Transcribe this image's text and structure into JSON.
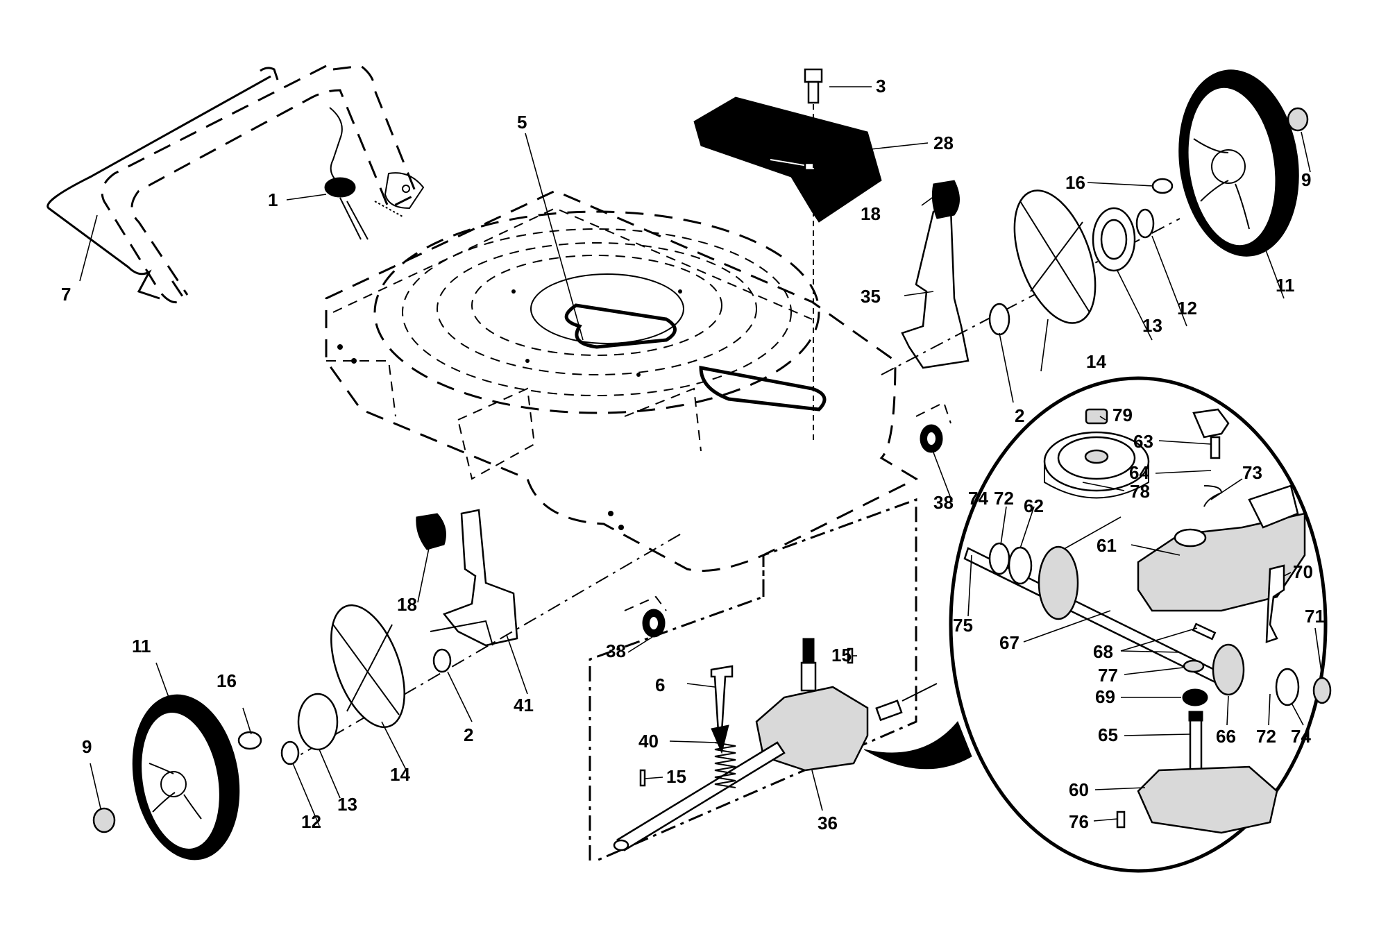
{
  "callouts": [
    {
      "id": "c1",
      "text": "1"
    },
    {
      "id": "c2a",
      "text": "2"
    },
    {
      "id": "c2b",
      "text": "2"
    },
    {
      "id": "c3",
      "text": "3"
    },
    {
      "id": "c5",
      "text": "5"
    },
    {
      "id": "c6",
      "text": "6"
    },
    {
      "id": "c7",
      "text": "7"
    },
    {
      "id": "c9a",
      "text": "9"
    },
    {
      "id": "c9b",
      "text": "9"
    },
    {
      "id": "c11a",
      "text": "11"
    },
    {
      "id": "c11b",
      "text": "11"
    },
    {
      "id": "c12a",
      "text": "12"
    },
    {
      "id": "c12b",
      "text": "12"
    },
    {
      "id": "c13a",
      "text": "13"
    },
    {
      "id": "c13b",
      "text": "13"
    },
    {
      "id": "c14a",
      "text": "14"
    },
    {
      "id": "c14b",
      "text": "14"
    },
    {
      "id": "c15a",
      "text": "15"
    },
    {
      "id": "c15b",
      "text": "15"
    },
    {
      "id": "c16a",
      "text": "16"
    },
    {
      "id": "c16b",
      "text": "16"
    },
    {
      "id": "c18a",
      "text": "18"
    },
    {
      "id": "c18b",
      "text": "18"
    },
    {
      "id": "c28",
      "text": "28"
    },
    {
      "id": "c35",
      "text": "35"
    },
    {
      "id": "c36",
      "text": "36"
    },
    {
      "id": "c38a",
      "text": "38"
    },
    {
      "id": "c38b",
      "text": "38"
    },
    {
      "id": "c40",
      "text": "40"
    },
    {
      "id": "c41",
      "text": "41"
    },
    {
      "id": "c60",
      "text": "60"
    },
    {
      "id": "c61",
      "text": "61"
    },
    {
      "id": "c62",
      "text": "62"
    },
    {
      "id": "c63",
      "text": "63"
    },
    {
      "id": "c64",
      "text": "64"
    },
    {
      "id": "c65",
      "text": "65"
    },
    {
      "id": "c66",
      "text": "66"
    },
    {
      "id": "c67",
      "text": "67"
    },
    {
      "id": "c68",
      "text": "68"
    },
    {
      "id": "c69",
      "text": "69"
    },
    {
      "id": "c70",
      "text": "70"
    },
    {
      "id": "c71",
      "text": "71"
    },
    {
      "id": "c72a",
      "text": "72"
    },
    {
      "id": "c72b",
      "text": "72"
    },
    {
      "id": "c73",
      "text": "73"
    },
    {
      "id": "c74a",
      "text": "74"
    },
    {
      "id": "c74b",
      "text": "74"
    },
    {
      "id": "c75",
      "text": "75"
    },
    {
      "id": "c76",
      "text": "76"
    },
    {
      "id": "c77",
      "text": "77"
    },
    {
      "id": "c78",
      "text": "78"
    },
    {
      "id": "c79",
      "text": "79"
    }
  ]
}
